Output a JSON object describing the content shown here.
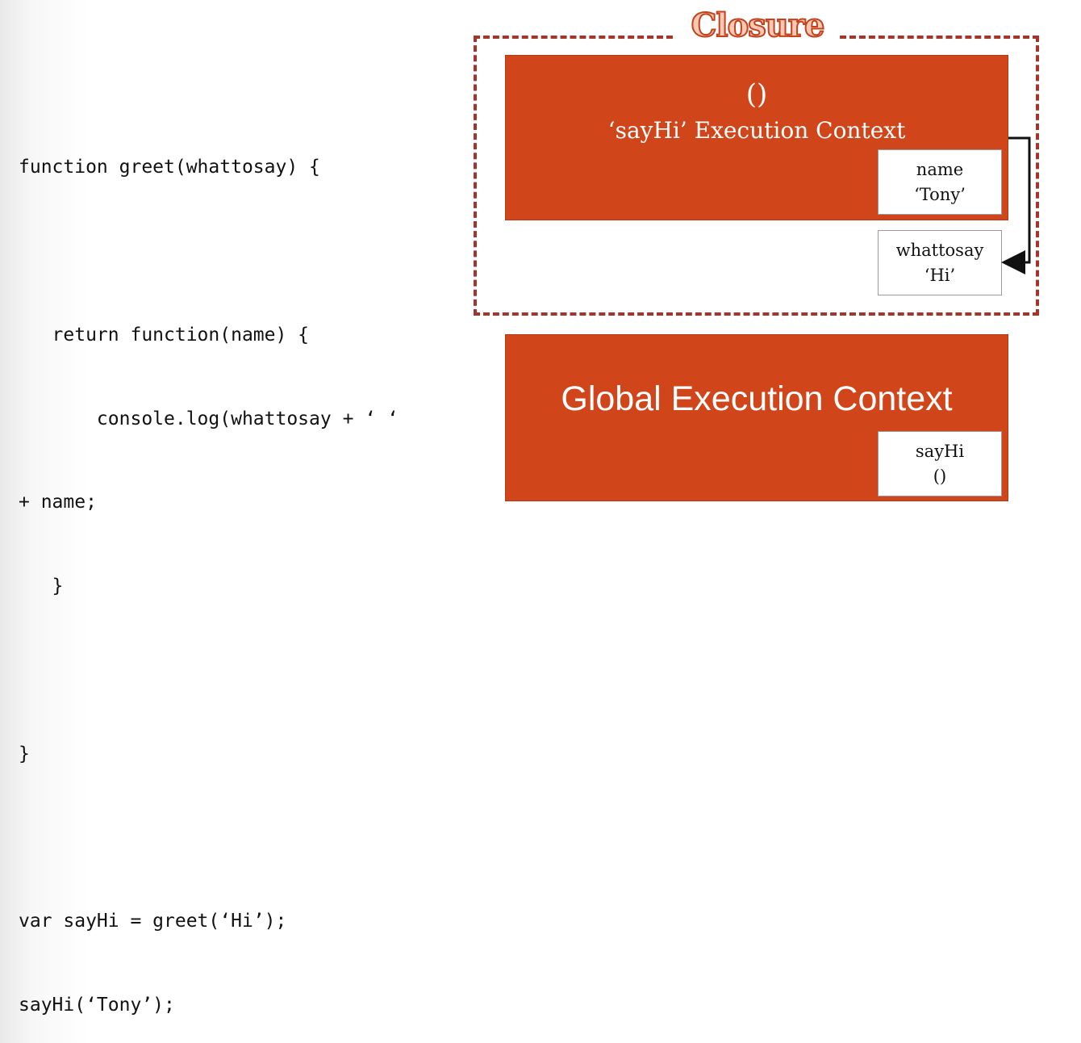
{
  "code": {
    "lines": [
      "function greet(whattosay) {",
      "",
      "   return function(name) {",
      "       console.log(whattosay + ‘ ‘",
      "+ name;",
      "   }",
      "",
      "}",
      "",
      "var sayHi = greet(‘Hi’);",
      "sayHi(‘Tony’);"
    ]
  },
  "closure": {
    "title": "Closure",
    "border_color": "#a4352b"
  },
  "sayhi_context": {
    "symbol": "()",
    "label": "‘sayHi’ Execution Context",
    "color": "#d04519",
    "variable": {
      "name": "name",
      "value": "‘Tony’"
    }
  },
  "outer_variable": {
    "name": "whattosay",
    "value": "‘Hi’"
  },
  "global_context": {
    "label": "Global Execution Context",
    "color": "#d04519",
    "variable": {
      "name": "sayHi",
      "value": "()"
    }
  }
}
